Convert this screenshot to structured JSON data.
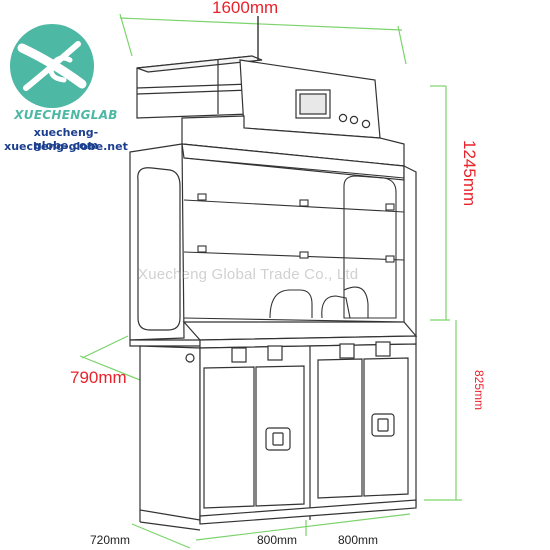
{
  "brand": {
    "name": "XUECHENGLAB",
    "url_com": "xuecheng-globe.com",
    "url_net": "xuecheng-globe.net",
    "logo_color": "#4db8a3",
    "url_color": "#1b3f8e"
  },
  "dimensions": {
    "width_top": "1600mm",
    "total_height": "1245mm",
    "depth_side": "790mm",
    "base_height": "825mm",
    "bottom_depth": "720mm",
    "bottom_left_cabinet": "800mm",
    "bottom_right_cabinet": "800mm",
    "dim_color": "#e8232c",
    "dim_line_color": "#7bd36b"
  },
  "watermark": "Xuecheng Global Trade Co., Ltd"
}
